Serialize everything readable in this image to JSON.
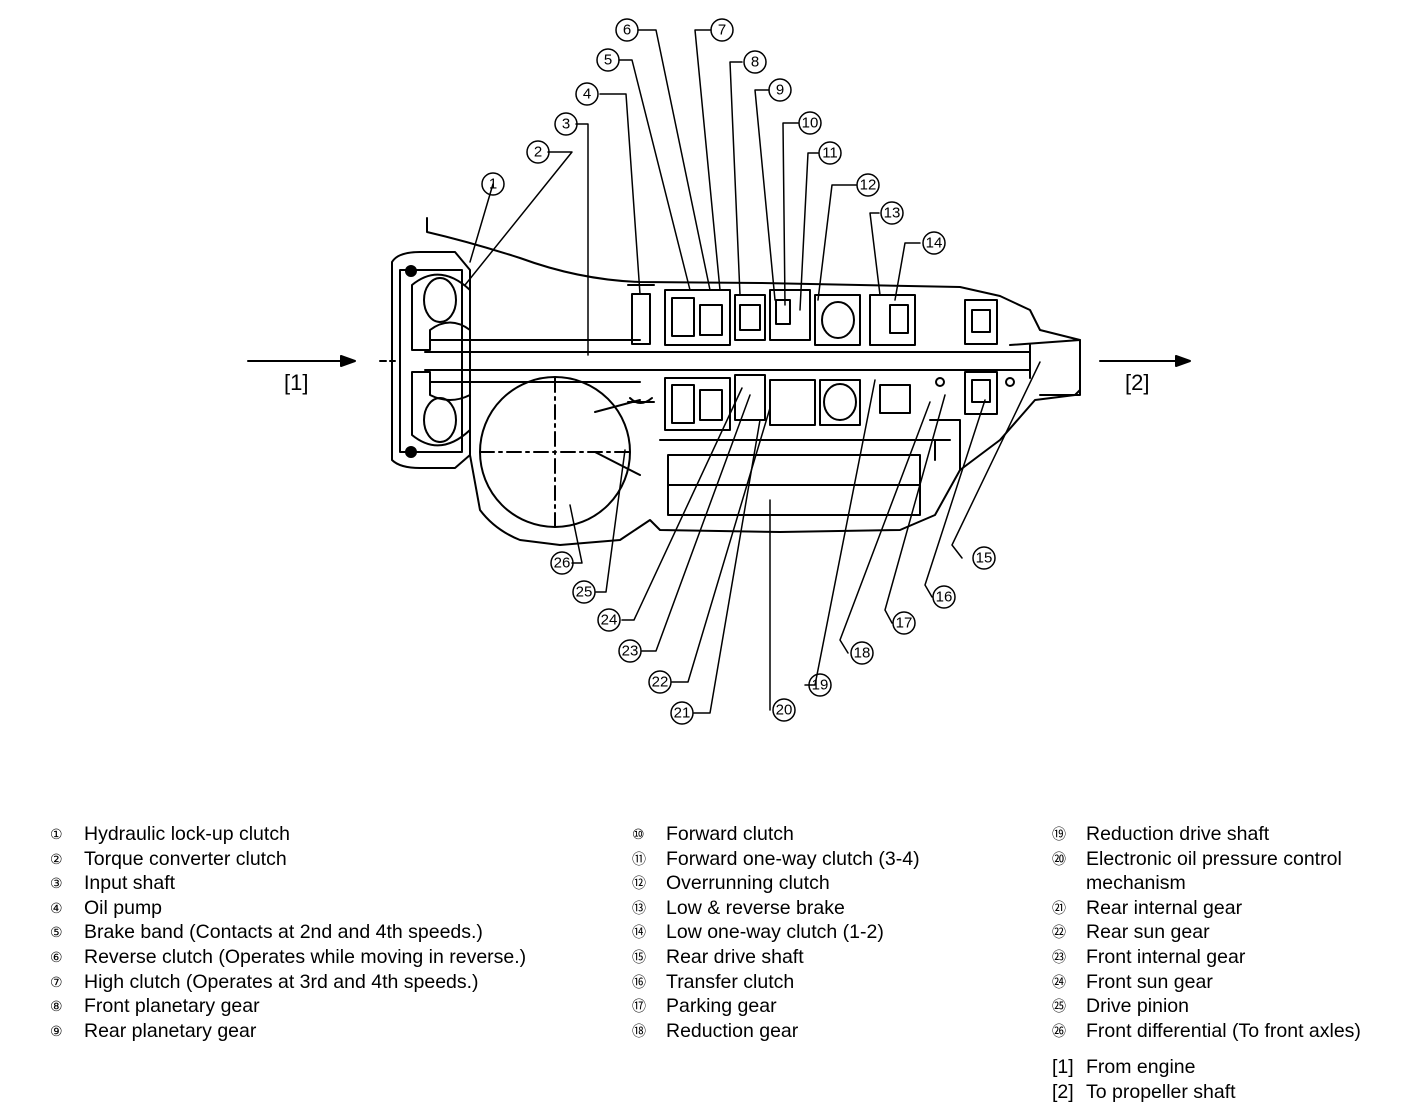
{
  "diagram": {
    "flow_labels": {
      "from": "[1]",
      "to": "[2]"
    },
    "callouts": [
      "1",
      "2",
      "3",
      "4",
      "5",
      "6",
      "7",
      "8",
      "9",
      "10",
      "11",
      "12",
      "13",
      "14",
      "15",
      "16",
      "17",
      "18",
      "19",
      "20",
      "21",
      "22",
      "23",
      "24",
      "25",
      "26"
    ]
  },
  "legend": {
    "col1": [
      {
        "num": "①",
        "text": "Hydraulic lock-up clutch"
      },
      {
        "num": "②",
        "text": "Torque converter clutch"
      },
      {
        "num": "③",
        "text": "Input shaft"
      },
      {
        "num": "④",
        "text": "Oil pump"
      },
      {
        "num": "⑤",
        "text": "Brake band (Contacts at 2nd and 4th speeds.)"
      },
      {
        "num": "⑥",
        "text": "Reverse clutch (Operates while moving in reverse.)"
      },
      {
        "num": "⑦",
        "text": "High clutch (Operates at 3rd and 4th speeds.)"
      },
      {
        "num": "⑧",
        "text": "Front planetary gear"
      },
      {
        "num": "⑨",
        "text": "Rear planetary gear"
      }
    ],
    "col2": [
      {
        "num": "⑩",
        "text": "Forward clutch"
      },
      {
        "num": "⑪",
        "text": "Forward one-way clutch (3-4)"
      },
      {
        "num": "⑫",
        "text": "Overrunning clutch"
      },
      {
        "num": "⑬",
        "text": "Low & reverse brake"
      },
      {
        "num": "⑭",
        "text": "Low one-way clutch (1-2)"
      },
      {
        "num": "⑮",
        "text": "Rear drive shaft"
      },
      {
        "num": "⑯",
        "text": "Transfer clutch"
      },
      {
        "num": "⑰",
        "text": "Parking gear"
      },
      {
        "num": "⑱",
        "text": "Reduction gear"
      }
    ],
    "col3": [
      {
        "num": "⑲",
        "text": "Reduction drive shaft"
      },
      {
        "num": "⑳",
        "text": "Electronic oil pressure control"
      },
      {
        "num": "",
        "text": "mechanism"
      },
      {
        "num": "㉑",
        "text": "Rear internal gear"
      },
      {
        "num": "㉒",
        "text": "Rear sun gear"
      },
      {
        "num": "㉓",
        "text": "Front internal gear"
      },
      {
        "num": "㉔",
        "text": "Front sun gear"
      },
      {
        "num": "㉕",
        "text": "Drive pinion"
      },
      {
        "num": "㉖",
        "text": "Front differential (To front axles)"
      }
    ],
    "brackets": [
      {
        "num": "[1]",
        "text": "From engine"
      },
      {
        "num": "[2]",
        "text": "To propeller shaft"
      }
    ]
  }
}
